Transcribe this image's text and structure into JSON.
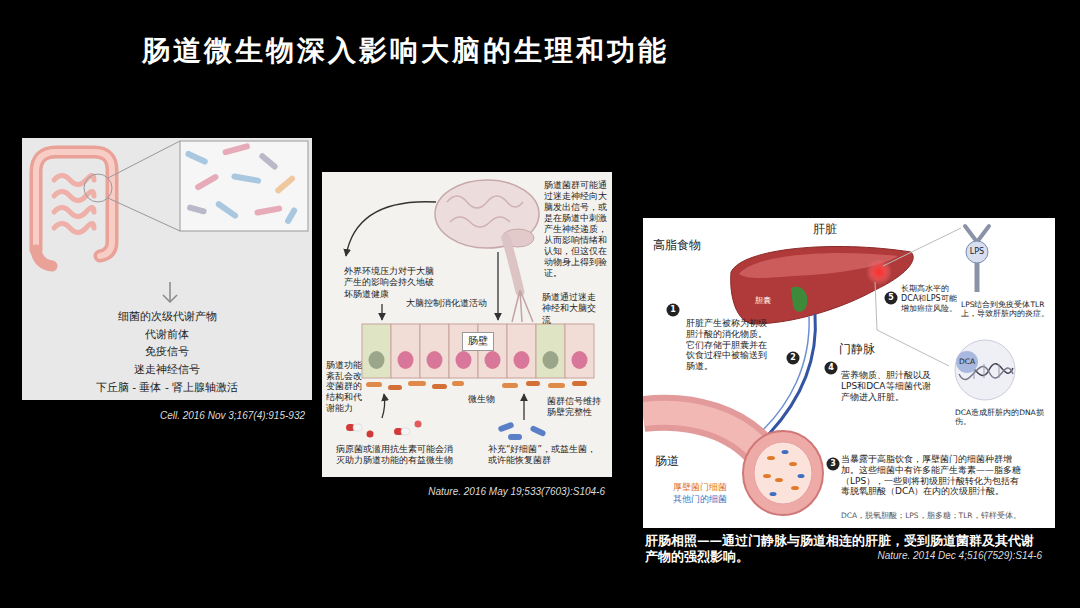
{
  "diagram": {
    "title": "肠道微生物深入影响大脑的生理和功能",
    "caption": "肝肠相照——通过门静脉与肠道相连的肝脏，受到肠道菌群及其代谢产物的强烈影响。",
    "nodes": [
      {
        "text": [
          "细菌的次级代谢产物",
          "代谢前体",
          "免疫信号",
          "迷走神经信号",
          "下丘脑 - 垂体 - 肾上腺轴激活"
        ]
      },
      {
        "text": [
          "肠道菌群可能通过迷走神经向大脑发出信号，或是在肠道中刺激产生神经递质，从而影响情绪和认知，但这仅在动物身上得到验证。",
          "外界环境压力对于大脑产生的影响会持久地破坏肠道健康",
          "大脑控制消化道活动",
          "肠道通过迷走神经和大脑交流",
          "肠道功能紊乱会改变菌群的结构和代谢能力",
          "微生物",
          "菌群信号维持肠壁完整性",
          "病原菌或滥用抗生素可能会消灭助力肠道功能的有益微生物",
          "补充“好细菌”，或益生菌，或许能恢复菌群"
        ]
      },
      {
        "text": [
          "肠壁"
        ],
        "in": 1
      },
      {
        "text": [
          "肝脏",
          "高脂食物",
          "1",
          "肝脏产生被称为初级胆汁酸的消化物质。它们存储于胆囊并在饮食过程中被输送到肠道。",
          "胆囊",
          "门静脉",
          "2",
          "4",
          "营养物质、胆汁酸以及LPS和DCA等细菌代谢产物进入肝脏。",
          "5",
          "长期高水平的DCA和LPS可能增加癌症风险。",
          "LPS",
          "LPS结合到免疫受体TLR上，导致肝脏内的炎症。",
          "DCA",
          "DCA造成肝脏内的DNA损伤。",
          "肠道",
          "3",
          "当暴露于高脂饮食，厚壁菌门的细菌种群增加。这些细菌中有许多能产生毒素——脂多糖（LPS），一些则将初级胆汁酸转化为包括有毒脱氧胆酸（DCA）在内的次级胆汁酸。",
          "厚壁菌门细菌",
          "其他门的细菌",
          "DCA，脱氧胆酸；LPS，脂多糖；TLR，锌样受体。"
        ]
      }
    ],
    "labels": [
      "Cell. 2016 Nov 3;167(4):915-932",
      "Nature. 2016 May 19;533(7603):S104-6",
      "Nature. 2014 Dec 4;516(7529):S14-6"
    ]
  }
}
